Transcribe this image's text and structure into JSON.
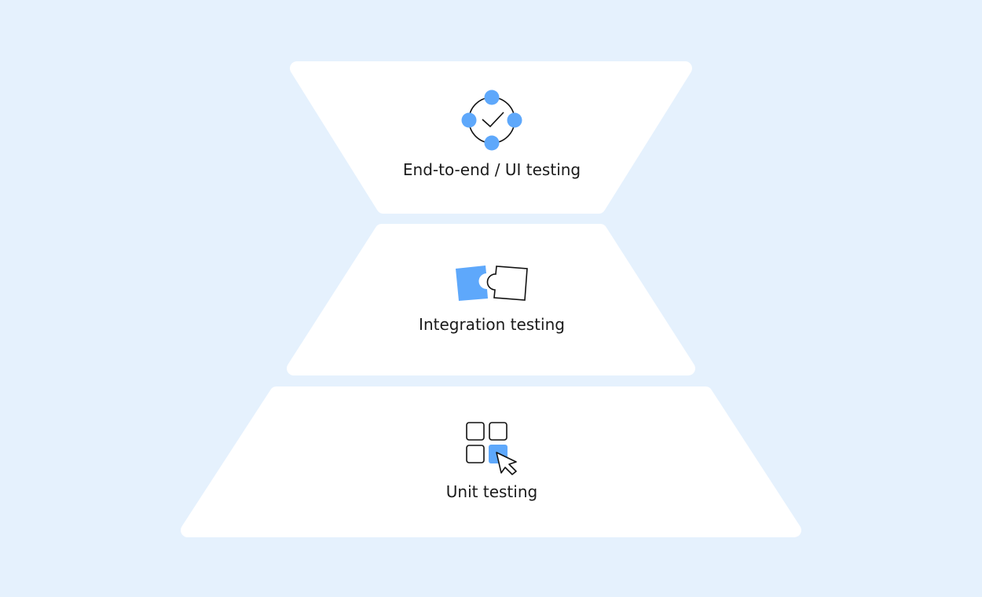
{
  "colors": {
    "background": "#e5f1fd",
    "accent": "#5ea8fb",
    "tier": "#ffffff"
  },
  "tiers": [
    {
      "label": "End-to-end / UI testing",
      "icon": "check-circle-nodes-icon"
    },
    {
      "label": "Integration testing",
      "icon": "puzzle-pieces-icon"
    },
    {
      "label": "Unit testing",
      "icon": "grid-cursor-icon"
    }
  ]
}
